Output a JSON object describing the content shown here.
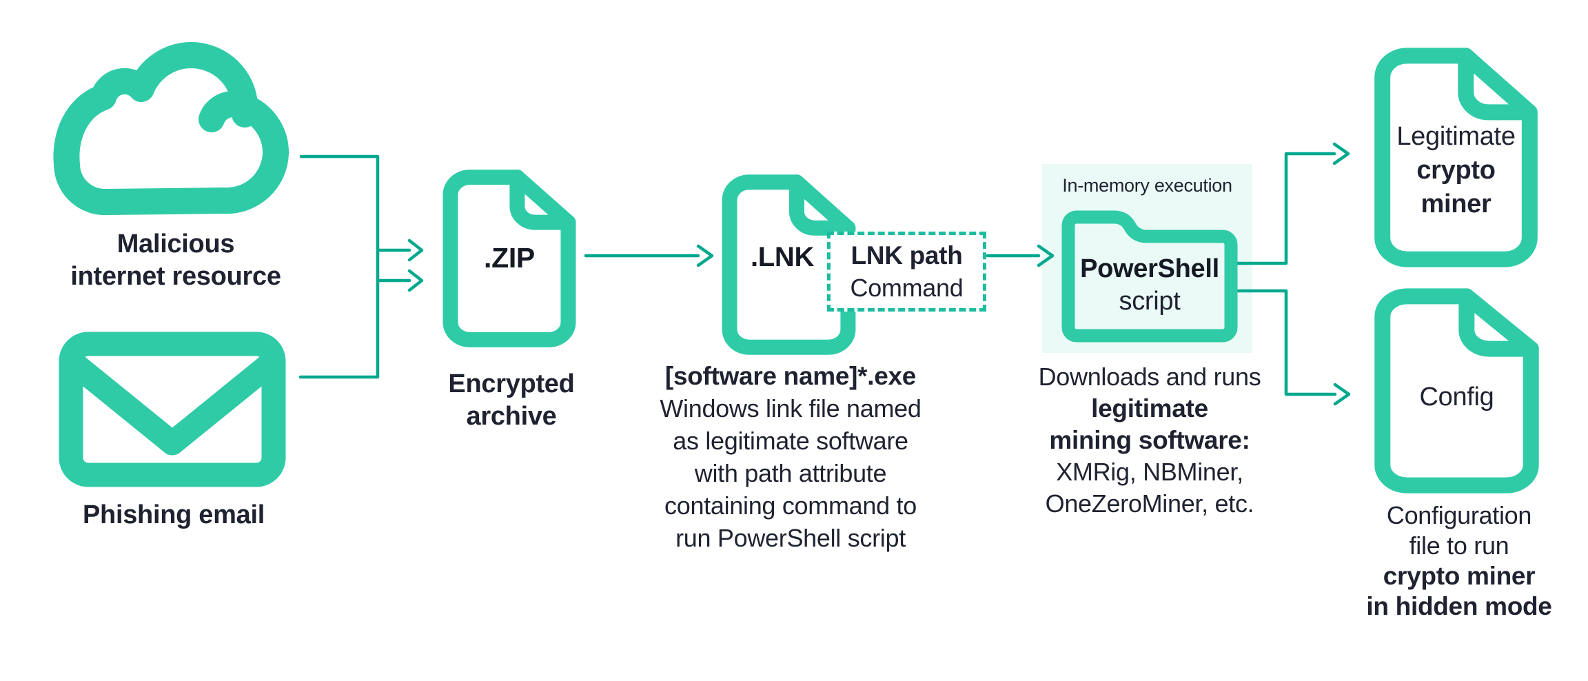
{
  "colors": {
    "icon_stroke": "#2FCBA7",
    "connector": "#00A88E",
    "dashed_border": "#1CBDA0",
    "highlight_background": "#EAFAF6",
    "text": "#1F2230"
  },
  "sources": {
    "cloud_label_line1": "Malicious",
    "cloud_label_line2": "internet resource",
    "email_label": "Phishing email"
  },
  "zip": {
    "badge": ".ZIP",
    "label_line1": "Encrypted",
    "label_line2": "archive"
  },
  "lnk": {
    "badge": ".LNK",
    "overlay_line1": "LNK path",
    "overlay_line2": "Command",
    "title": "[software name]*.exe",
    "desc_line1": "Windows link file named",
    "desc_line2": "as legitimate software",
    "desc_line3": "with path attribute",
    "desc_line4": "containing command to",
    "desc_line5": "run PowerShell script"
  },
  "powershell": {
    "tag": "In-memory execution",
    "name_line1": "PowerShell",
    "name_line2": "script",
    "desc_line1": "Downloads and runs",
    "desc_line2": "legitimate",
    "desc_line3": "mining software:",
    "desc_line4": "XMRig, NBMiner,",
    "desc_line5": "OneZeroMiner, etc."
  },
  "outputs": {
    "miner_line1": "Legitimate",
    "miner_line2": "crypto",
    "miner_line3": "miner",
    "config_badge": "Config",
    "config_desc_line1": "Configuration",
    "config_desc_line2": "file to run",
    "config_desc_line3": "crypto miner",
    "config_desc_line4": "in hidden mode"
  }
}
